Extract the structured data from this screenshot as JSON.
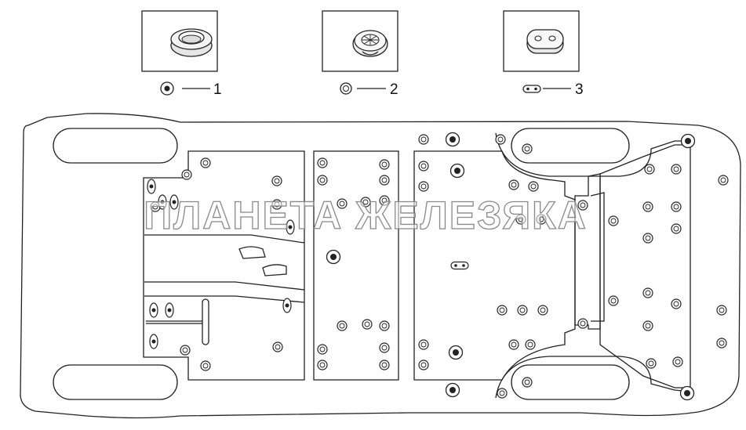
{
  "parts": [
    {
      "number": "1",
      "icon": "round-grommet-icon"
    },
    {
      "number": "2",
      "icon": "ribbed-plug-icon"
    },
    {
      "number": "3",
      "icon": "oval-two-hole-plug-icon"
    }
  ],
  "watermark": "ПЛАНЕТА ЖЕЛЕЗЯКА",
  "colors": {
    "line": "#222222",
    "watermark_outline": "#8a8a8a",
    "background": "#ffffff"
  }
}
